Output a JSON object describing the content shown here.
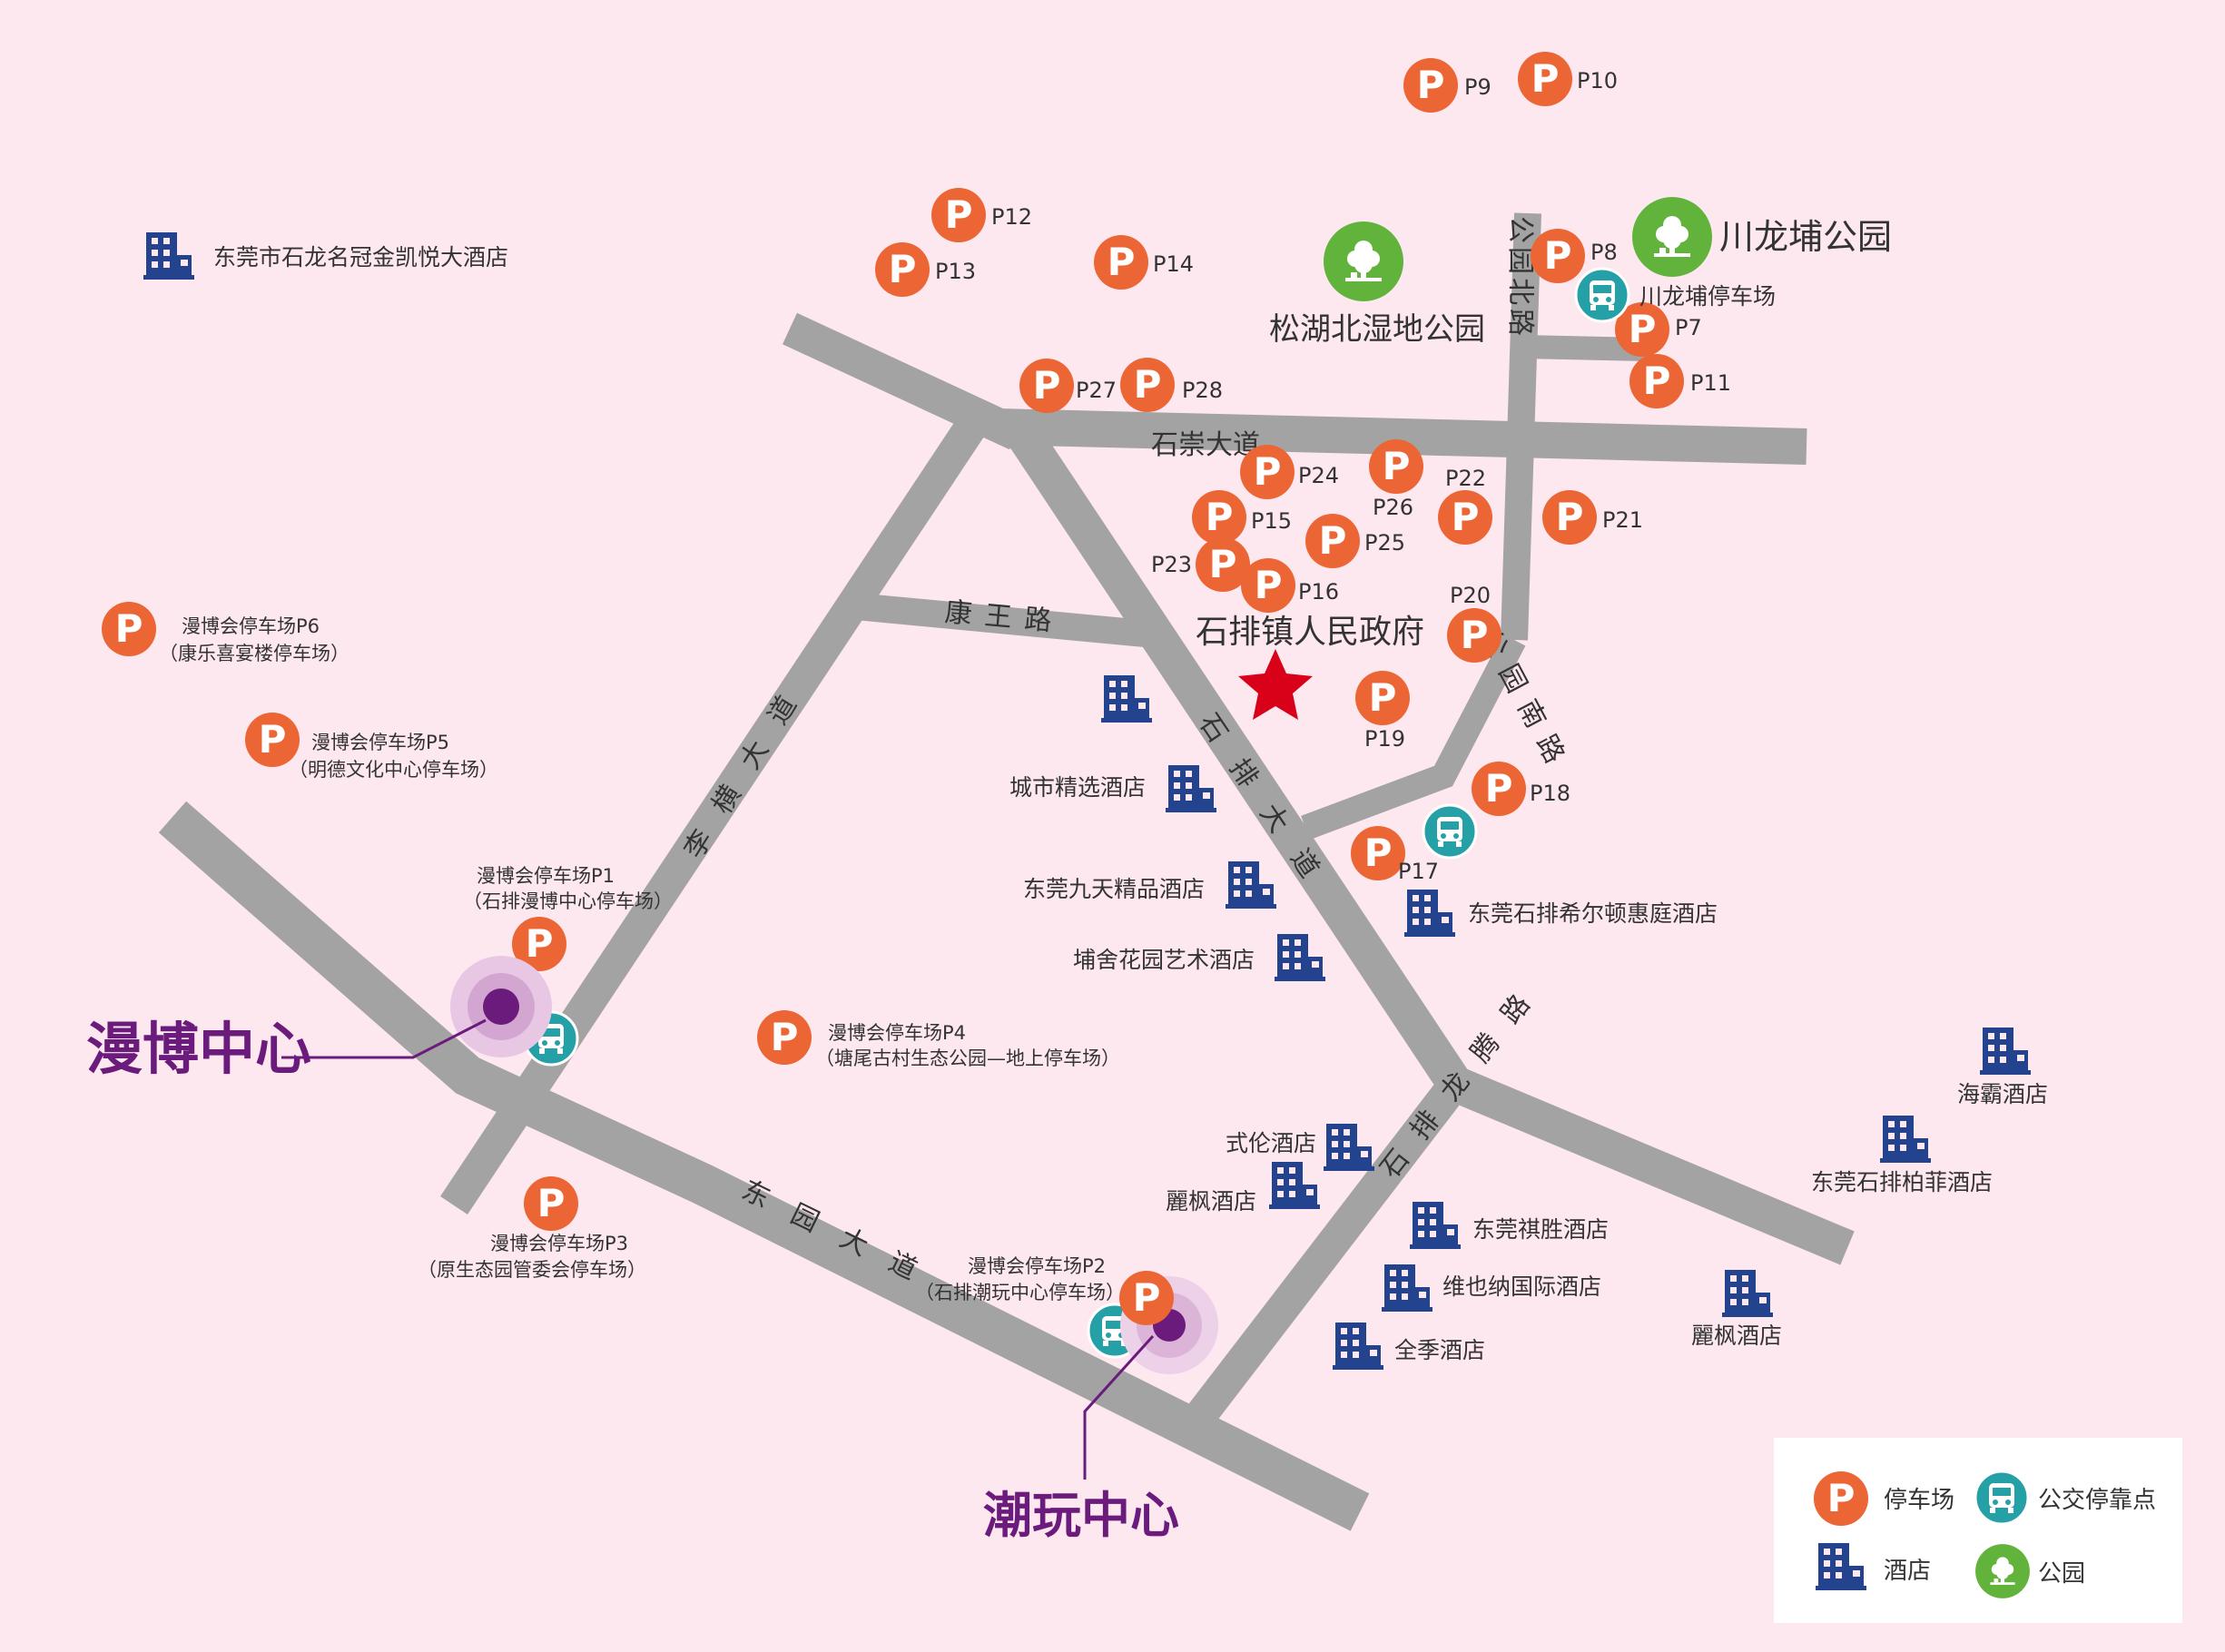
{
  "colors": {
    "background": "#fde8f0",
    "road": "#a3a3a3",
    "parking": "#ec6534",
    "bus": "#25a0a6",
    "hotel": "#23438f",
    "park": "#62b33b",
    "venue": "#6a1b7c",
    "landmark": "#d9011a"
  },
  "roads": {
    "shichong": "石崇大道",
    "kangwang": "康王路",
    "liheng": "李横大道",
    "shipai": "石排大道",
    "gongyuan_south": "公园南路",
    "gongyuan_north": "公园北路",
    "dongyuan": "东园大道",
    "shipai_longteng": "石排龙腾路"
  },
  "parking": {
    "p9": "P9",
    "p10": "P10",
    "p12": "P12",
    "p13": "P13",
    "p14": "P14",
    "p8": "P8",
    "p7": "P7",
    "p11": "P11",
    "p27": "P27",
    "p28": "P28",
    "p24": "P24",
    "p26": "P26",
    "p22": "P22",
    "p21": "P21",
    "p15": "P15",
    "p25": "P25",
    "p23": "P23",
    "p16": "P16",
    "p20": "P20",
    "p19": "P19",
    "p18": "P18",
    "p17": "P17",
    "p6_line1": "漫博会停车场P6",
    "p6_line2": "（康乐喜宴楼停车场）",
    "p5_line1": "漫博会停车场P5",
    "p5_line2": "（明德文化中心停车场）",
    "p1_line1": "漫博会停车场P1",
    "p1_line2": "（石排漫博中心停车场）",
    "p4_line1": "漫博会停车场P4",
    "p4_line2": "（塘尾古村生态公园—地上停车场）",
    "p3_line1": "漫博会停车场P3",
    "p3_line2": "（原生态园管委会停车场）",
    "p2_line1": "漫博会停车场P2",
    "p2_line2": "（石排潮玩中心停车场）"
  },
  "hotels": {
    "jinkaiyue": "东莞市石龙名冠金凯悦大酒店",
    "chengshi": "城市精选酒店",
    "jiutian": "东莞九天精品酒店",
    "bushe": "埔舍花园艺术酒店",
    "hilton": "东莞石排希尔顿惠庭酒店",
    "haiba": "海霸酒店",
    "baifei": "东莞石排柏菲酒店",
    "shilun": "式伦酒店",
    "lifeng1": "麗枫酒店",
    "qisheng": "东莞祺胜酒店",
    "weiyena": "维也纳国际酒店",
    "quanji": "全季酒店",
    "lifeng2": "麗枫酒店"
  },
  "parks": {
    "songhu": "松湖北湿地公园",
    "chuanlong": "川龙埔公园"
  },
  "bus_stops": {
    "chuanlong_lot": "川龙埔停车场"
  },
  "landmark": {
    "government": "石排镇人民政府"
  },
  "venues": {
    "manbo": "漫博中心",
    "chaowan": "潮玩中心"
  },
  "legend": {
    "parking": "停车场",
    "bus": "公交停靠点",
    "hotel": "酒店",
    "park": "公园"
  }
}
